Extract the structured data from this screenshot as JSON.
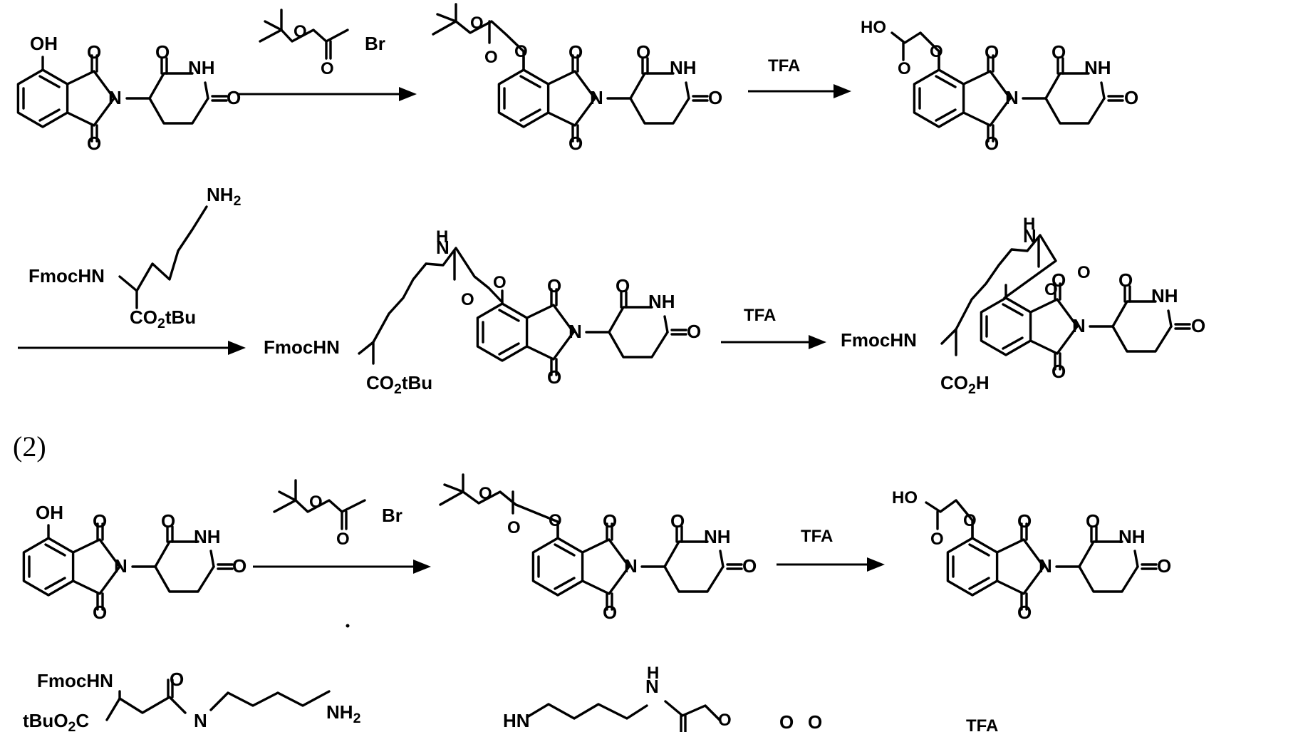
{
  "labels": {
    "oh": "OH",
    "o": "O",
    "n": "N",
    "nh": "NH",
    "h": "H",
    "br": "Br",
    "ho": "HO",
    "nh2": "NH2",
    "tfa": "TFA",
    "fmochn": "FmocHN",
    "co2tbu": "CO2tBu",
    "co2h": "CO2H",
    "hn": "HN",
    "tbuo2c": "tBuO2C"
  },
  "schemes": [
    {
      "id": "1",
      "label": ""
    },
    {
      "id": "2",
      "label": "(2)"
    }
  ],
  "reagents": {
    "tert_butyl_bromoacetate": "t-butyl bromoacetate drawing (Br)",
    "deprotection": "TFA",
    "fmoc_lysine_tbu_ester": "FmocHN / CO2tBu / NH2"
  }
}
